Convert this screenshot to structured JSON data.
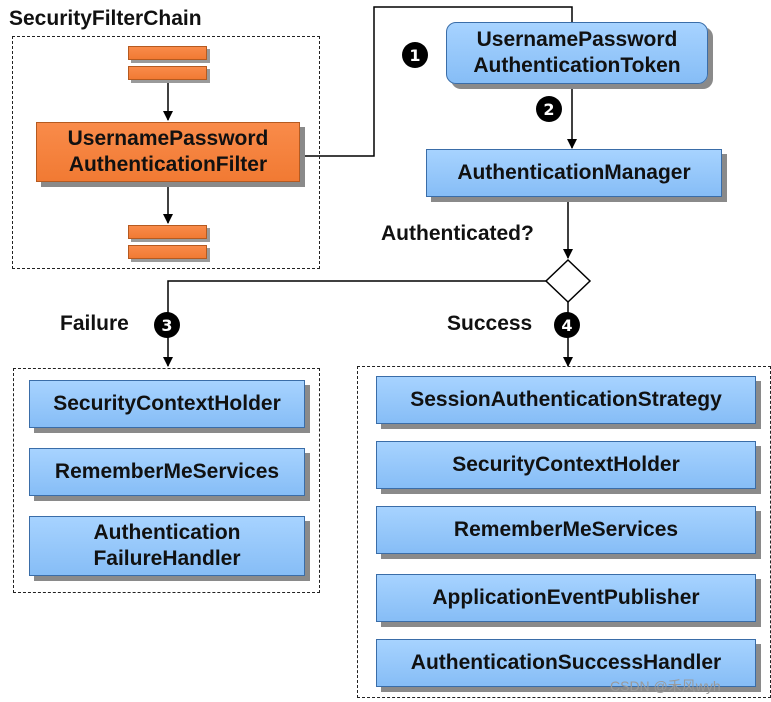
{
  "chain": {
    "title": "SecurityFilterChain",
    "filter_label": "UsernamePassword\nAuthenticationFilter"
  },
  "token": {
    "label": "UsernamePassword\nAuthenticationToken",
    "step": "1"
  },
  "manager": {
    "label": "AuthenticationManager",
    "step": "2"
  },
  "decision": {
    "label": "Authenticated?"
  },
  "failure": {
    "label": "Failure",
    "step": "3",
    "items": [
      "SecurityContextHolder",
      "RememberMeServices",
      "Authentication\nFailureHandler"
    ]
  },
  "success": {
    "label": "Success",
    "step": "4",
    "items": [
      "SessionAuthenticationStrategy",
      "SecurityContextHolder",
      "RememberMeServices",
      "ApplicationEventPublisher",
      "AuthenticationSuccessHandler"
    ]
  },
  "watermark": "CSDN @禾风wyh"
}
